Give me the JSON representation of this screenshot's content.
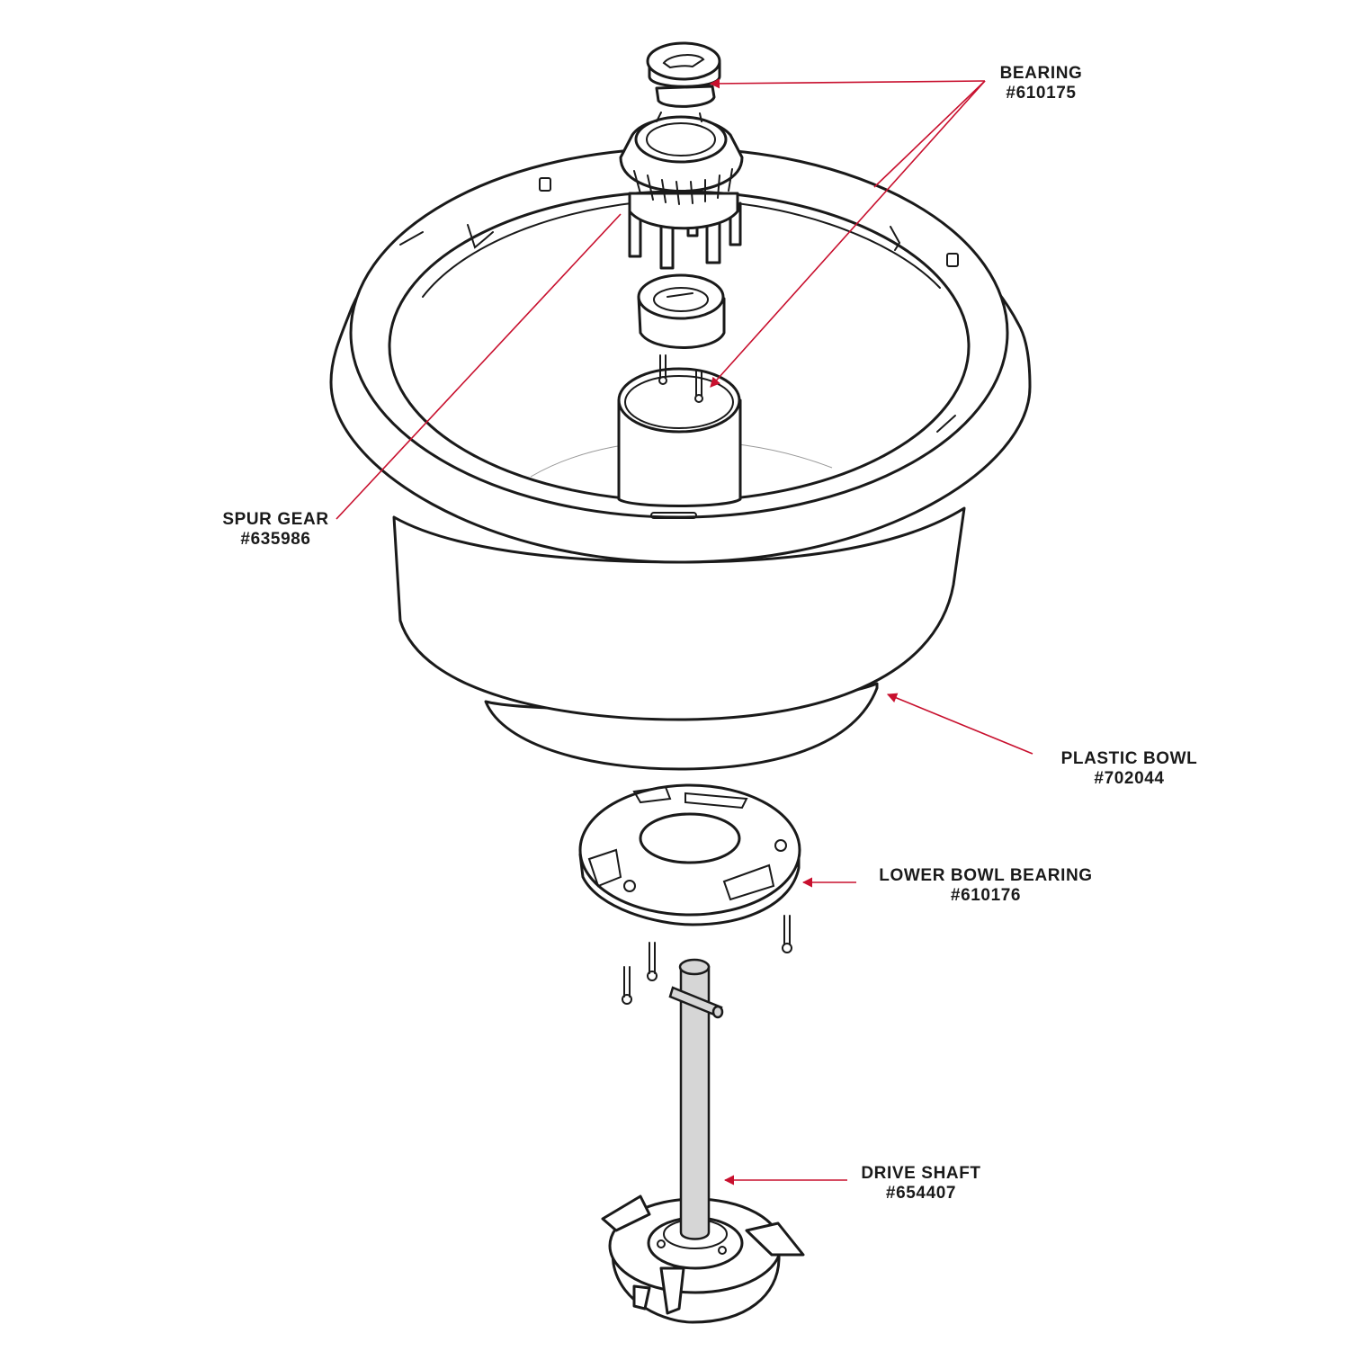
{
  "colors": {
    "leader": "#c8102e",
    "outline": "#1a1a1a",
    "shaft": "#d6d6d6"
  },
  "labels": {
    "bearing": {
      "name": "BEARING",
      "part": "#610175"
    },
    "spur_gear": {
      "name": "SPUR GEAR",
      "part": "#635986"
    },
    "plastic_bowl": {
      "name": "PLASTIC BOWL",
      "part": "#702044"
    },
    "lower_bowl_bearing": {
      "name": "LOWER BOWL BEARING",
      "part": "#610176"
    },
    "drive_shaft": {
      "name": "DRIVE SHAFT",
      "part": "#654407"
    }
  }
}
